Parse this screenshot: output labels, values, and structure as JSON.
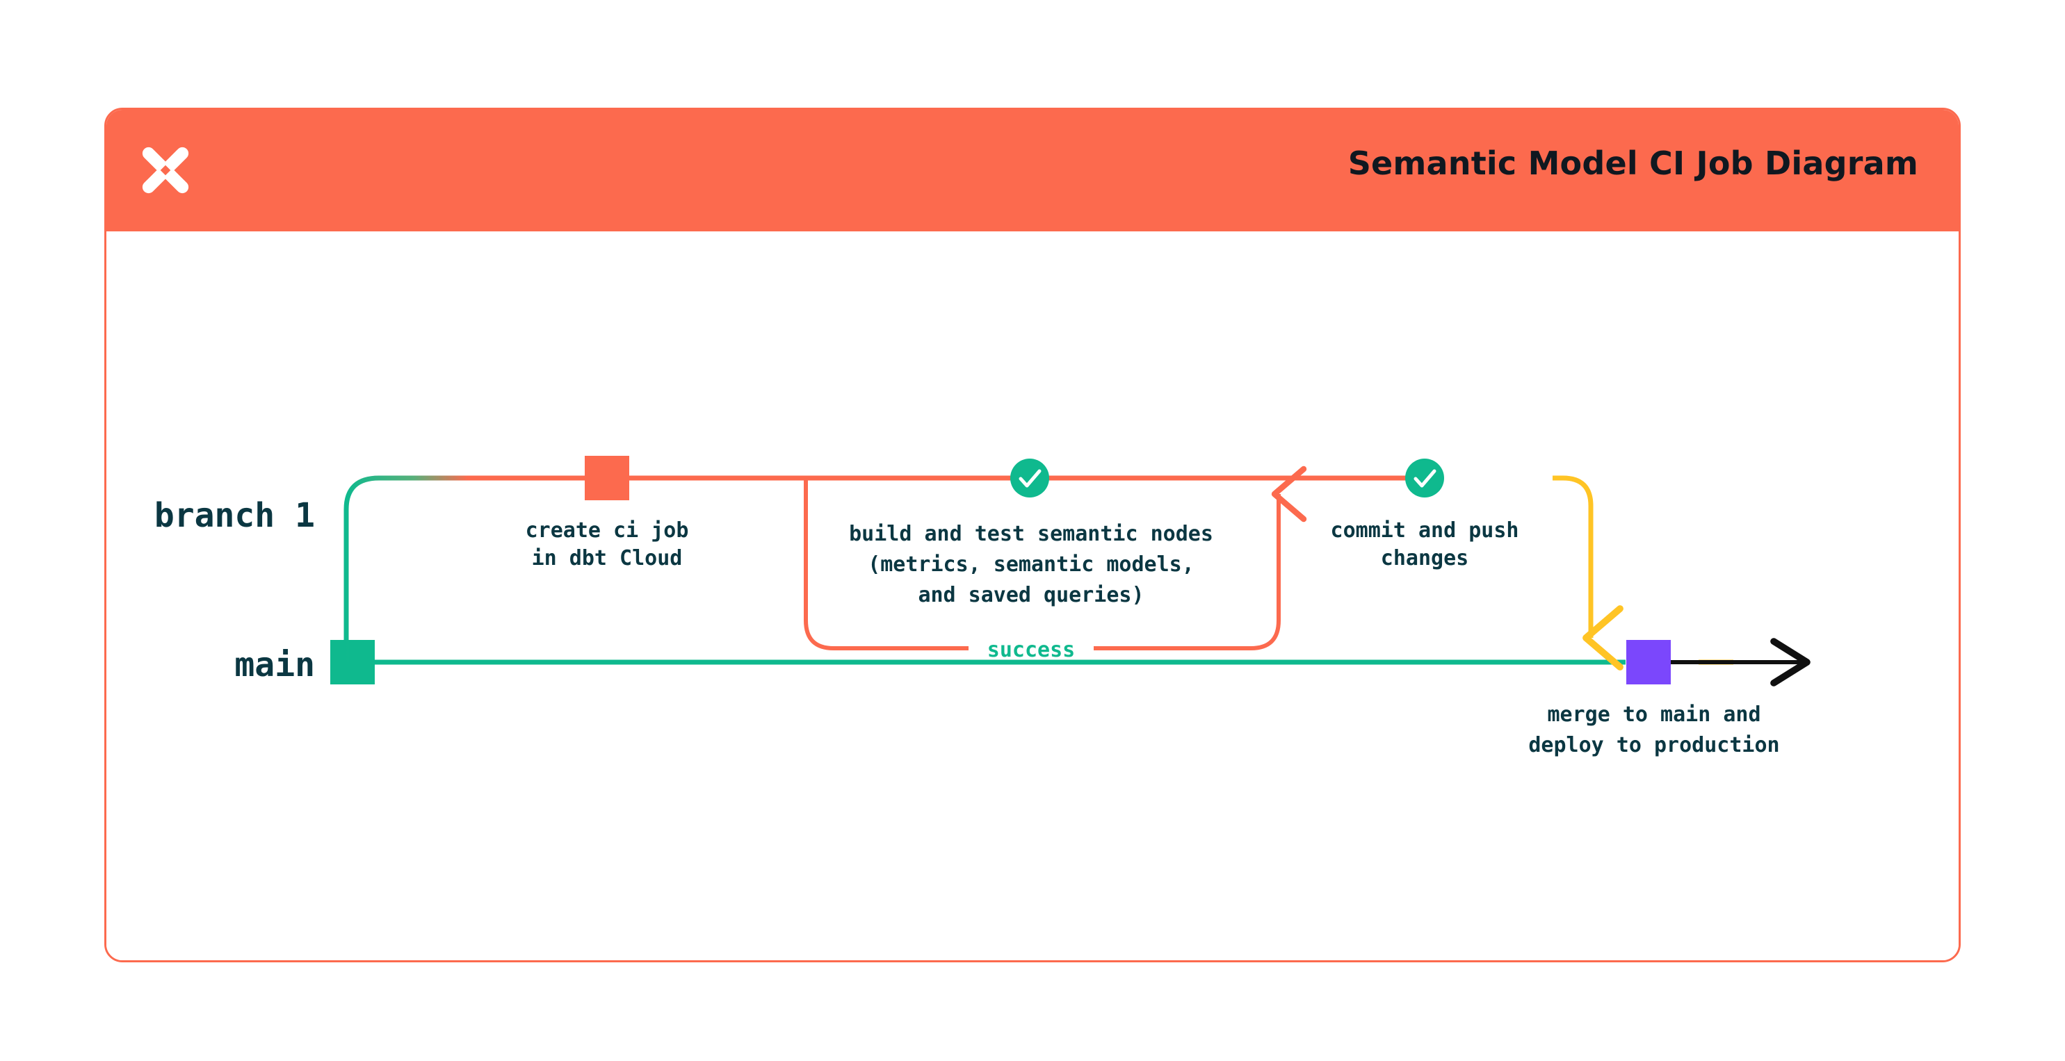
{
  "header": {
    "title": "Semantic Model CI Job Diagram",
    "logo_icon": "dbt-x-logo-icon",
    "background_color": "#fc6a4e"
  },
  "colors": {
    "orange": "#fc6a4e",
    "green": "#0fb98e",
    "yellow": "#ffc425",
    "purple": "#7b47fc",
    "dark_text": "#0b3742",
    "black": "#101010",
    "card_border": "#fc6a4e",
    "white": "#ffffff"
  },
  "diagram": {
    "lanes": [
      {
        "id": "branch-1",
        "label": "branch 1",
        "color": "#fc6a4e"
      },
      {
        "id": "main",
        "label": "main",
        "color": "#0fb98e"
      }
    ],
    "nodes": [
      {
        "id": "create-ci-job",
        "shape": "square",
        "color": "#fc6a4e",
        "lane": "branch 1",
        "label_lines": [
          "create ci job",
          "in dbt Cloud"
        ]
      },
      {
        "id": "build-and-test",
        "shape": "check-circle",
        "color": "#0fb98e",
        "lane": "branch 1",
        "label_lines": [
          "build and test semantic nodes",
          "(metrics, semantic models,",
          "and saved queries)"
        ]
      },
      {
        "id": "commit-and-push",
        "shape": "check-circle",
        "color": "#0fb98e",
        "lane": "branch 1",
        "label_lines": [
          "commit and push",
          "changes"
        ]
      },
      {
        "id": "merge-to-main",
        "shape": "square",
        "color": "#7b47fc",
        "lane": "main",
        "label_lines": [
          "merge to main and",
          "deploy to production"
        ]
      }
    ],
    "edges": [
      {
        "id": "branch-off",
        "from": "main",
        "to": "branch 1",
        "color_from": "#0fb98e",
        "color_to": "#fc6a4e"
      },
      {
        "id": "success-loop",
        "label": "success",
        "label_color": "#0fb98e",
        "color": "#fc6a4e"
      },
      {
        "id": "merge-down",
        "from": "branch 1",
        "to": "main",
        "color": "#ffc425"
      },
      {
        "id": "main-continues",
        "color": "#101010"
      }
    ],
    "loop_label": "success"
  }
}
